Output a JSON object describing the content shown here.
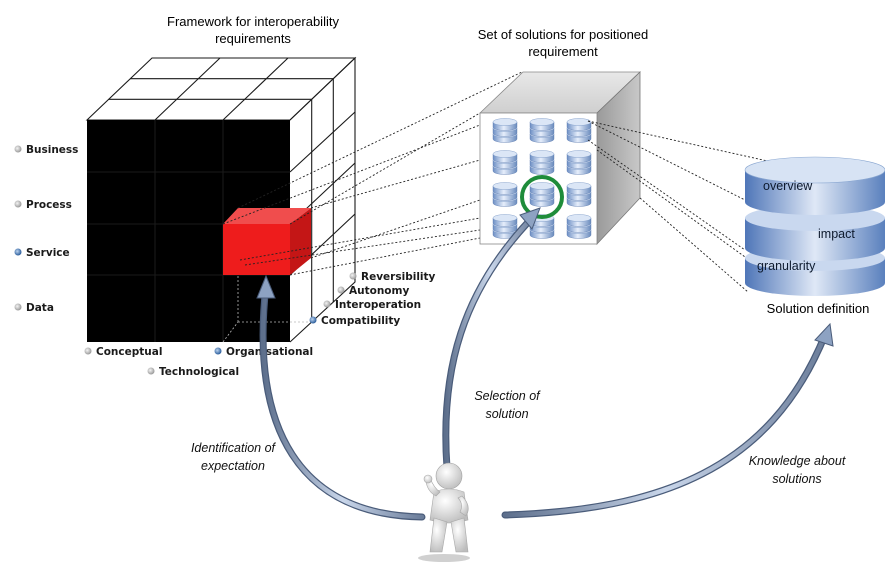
{
  "framework": {
    "title_line1": "Framework for interoperability",
    "title_line2": "requirements",
    "rows": [
      "Business",
      "Process",
      "Service",
      "Data"
    ],
    "selected_row": "Service",
    "columns": [
      "Conceptual",
      "Technological",
      "Organisational"
    ],
    "selected_column": "Organisational",
    "depth": [
      "Reversibility",
      "Autonomy",
      "Interoperation",
      "Compatibility"
    ],
    "selected_depth": "Compatibility",
    "highlight_color": "#ee1c1c"
  },
  "solutions_set": {
    "title_line1": "Set of solutions for positioned",
    "title_line2": "requirement",
    "grid_rows": 4,
    "grid_cols": 3,
    "selected_circle_color": "#1e8c3a"
  },
  "solution_definition": {
    "layers": [
      "overview",
      "impact",
      "granularity"
    ],
    "caption": "Solution definition"
  },
  "captions": {
    "identification_line1": "Identification of",
    "identification_line2": "expectation",
    "selection_line1": "Selection of",
    "selection_line2": "solution",
    "knowledge_line1": "Knowledge about",
    "knowledge_line2": "solutions"
  }
}
